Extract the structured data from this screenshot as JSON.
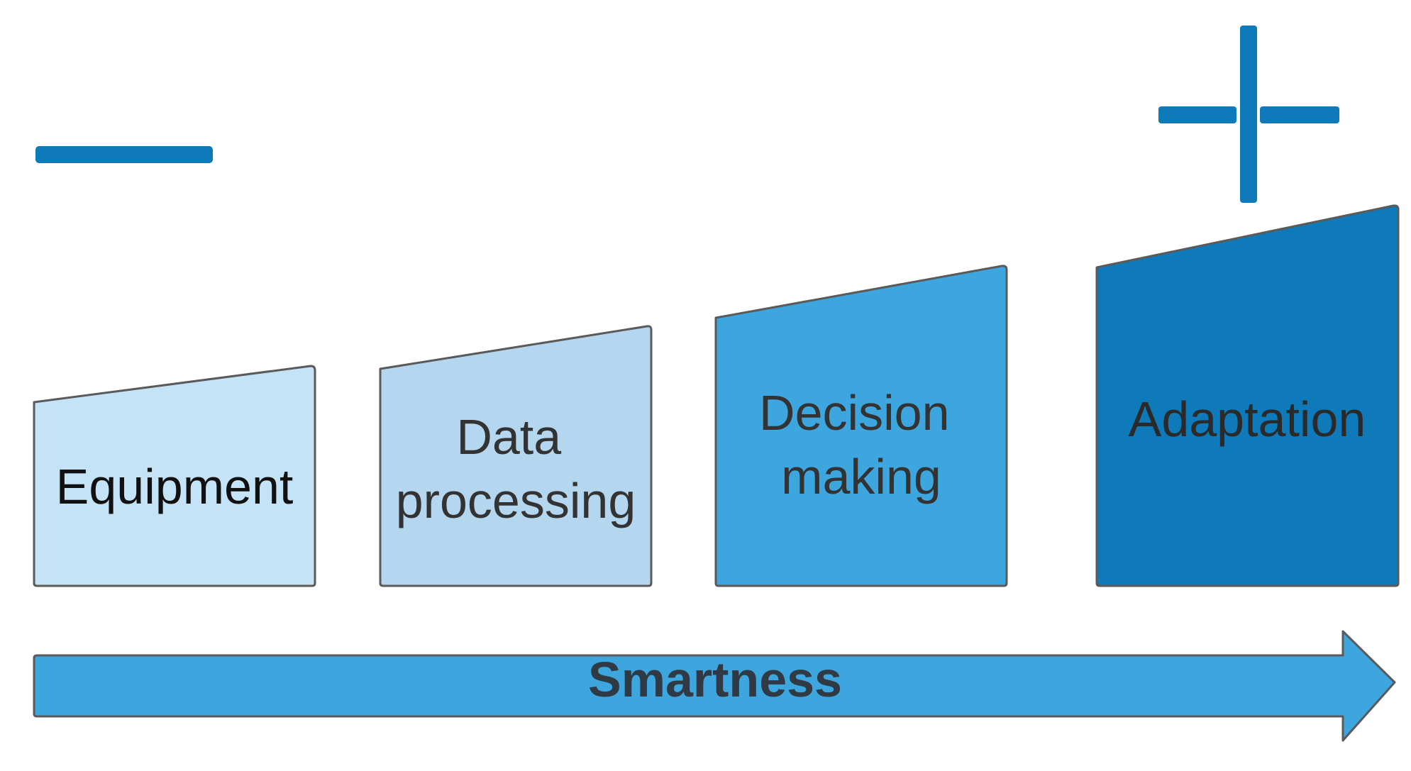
{
  "stages": [
    {
      "label_lines": [
        "Equipment"
      ],
      "fill": "#c5e3f6",
      "text_color": "#111111"
    },
    {
      "label_lines": [
        "Data",
        "processing"
      ],
      "fill": "#b5d6ef",
      "text_color": "#333333"
    },
    {
      "label_lines": [
        "Decision",
        "making"
      ],
      "fill": "#3ea6de",
      "text_color": "#333333"
    },
    {
      "label_lines": [
        "Adaptation"
      ],
      "fill": "#0e7ab9",
      "text_color": "#2a2a2a"
    }
  ],
  "arrow": {
    "label": "Smartness",
    "fill": "#3ea6de"
  },
  "scale_markers": {
    "minus_icon": "minus-icon",
    "plus_icon": "plus-icon",
    "color": "#0e7ab9"
  },
  "outline_color": "#5a5a5a"
}
